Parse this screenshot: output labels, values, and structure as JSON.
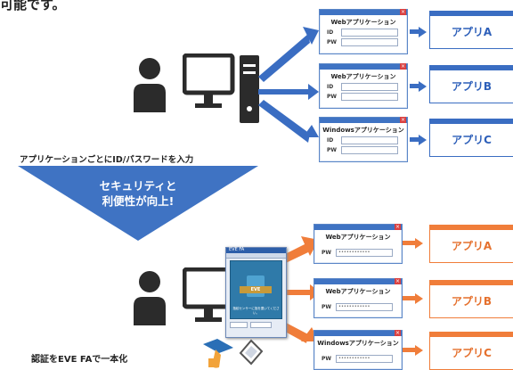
{
  "header_fragment": "可能です。",
  "top_section": {
    "dialogs": [
      {
        "title": "Webアプリケーション",
        "fields": [
          {
            "label": "ID",
            "value": ""
          },
          {
            "label": "PW",
            "value": ""
          }
        ]
      },
      {
        "title": "Webアプリケーション",
        "fields": [
          {
            "label": "ID",
            "value": ""
          },
          {
            "label": "PW",
            "value": ""
          }
        ]
      },
      {
        "title": "Windowsアプリケーション",
        "fields": [
          {
            "label": "ID",
            "value": ""
          },
          {
            "label": "PW",
            "value": ""
          }
        ]
      }
    ],
    "apps": [
      "アプリA",
      "アプリB",
      "アプリC"
    ],
    "caption": "アプリケーションごとにID/パスワードを入力"
  },
  "middle": {
    "banner_line1": "セキュリティと",
    "banner_line2": "利便性が向上!"
  },
  "bottom_section": {
    "dialogs": [
      {
        "title": "Webアプリケーション",
        "fields": [
          {
            "label": "PW",
            "value": "••••••••••••"
          }
        ]
      },
      {
        "title": "Webアプリケーション",
        "fields": [
          {
            "label": "PW",
            "value": "••••••••••••"
          }
        ]
      },
      {
        "title": "Windowsアプリケーション",
        "fields": [
          {
            "label": "PW",
            "value": "••••••••••••"
          }
        ]
      }
    ],
    "apps": [
      "アプリA",
      "アプリB",
      "アプリC"
    ],
    "caption": "認証をEVE FAで一本化",
    "eve_window_title": "EVE FA",
    "eve_badge": "EVE",
    "eve_status": "指紋センサーに指を置いてください。"
  },
  "colors": {
    "blue": "#3a6dc2",
    "orange": "#f07d3a",
    "dark": "#222222"
  }
}
